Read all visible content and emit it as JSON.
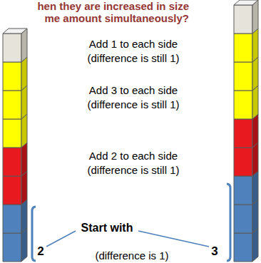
{
  "diagram": {
    "title": "hen they are increased in size me amount simultaneously?",
    "labels": [
      "Add 1 to each side",
      "(difference is still 1)",
      "Add 3 to each side",
      "(difference is still 1)",
      "Add 2 to each side",
      "(difference is still 1)",
      "Start with",
      "2",
      "3",
      "(difference is 1)"
    ]
  }
}
